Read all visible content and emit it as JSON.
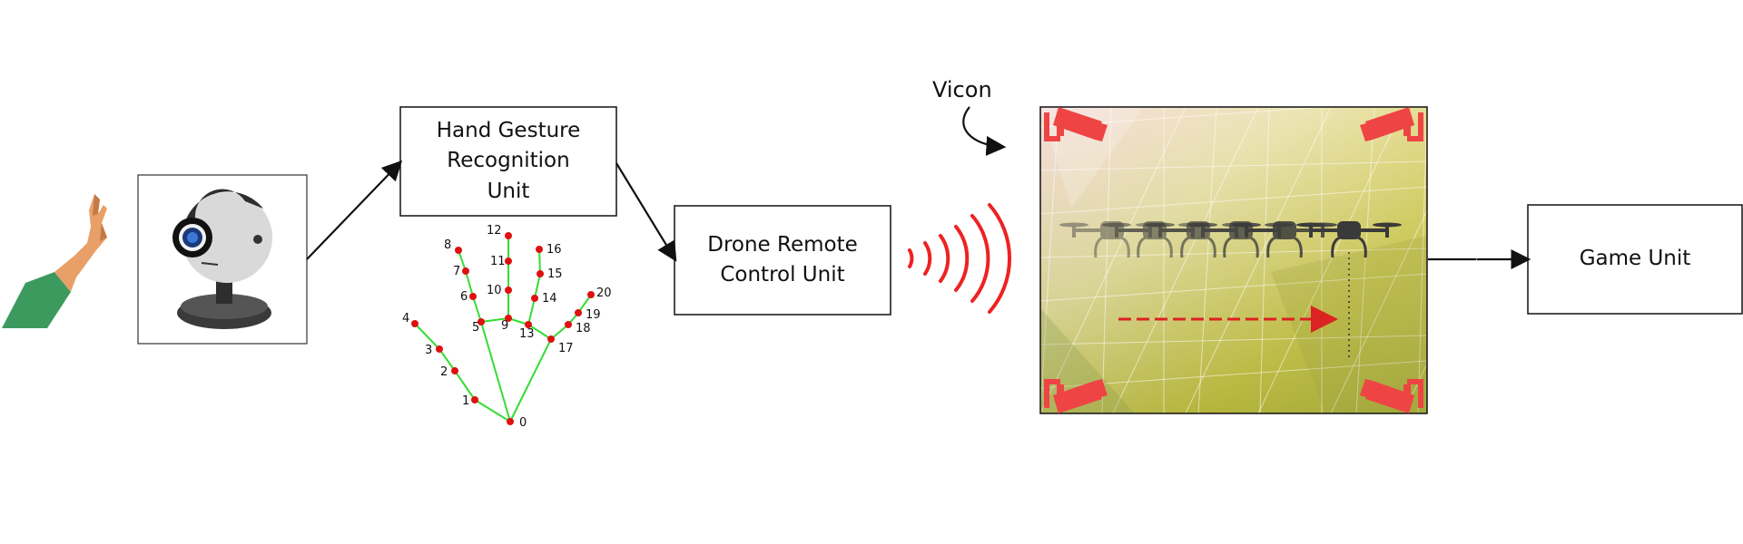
{
  "boxes": {
    "hgr": "Hand Gesture\nRecognition\n Unit",
    "drone_remote": "Drone Remote\nControl Unit",
    "game": "Game Unit"
  },
  "vicon_label": "Vicon",
  "icons": {
    "hand": "waving-hand-icon",
    "webcam": "webcam-icon",
    "wireless": "wireless-signal-icon",
    "camera": "security-camera-icon",
    "drone": "drone-icon"
  },
  "colors": {
    "line": "#111111",
    "hand_skeleton": "#33dd33",
    "keypoint": "#e01010",
    "signal": "#ee2222",
    "camera": "#ee4444",
    "drone": "#3a3a3a",
    "arena_floor": "#c8c030",
    "trajectory": "#dd2222"
  },
  "hand_landmarks": {
    "labels": [
      "0",
      "1",
      "2",
      "3",
      "4",
      "5",
      "6",
      "7",
      "8",
      "9",
      "10",
      "11",
      "12",
      "13",
      "14",
      "15",
      "16",
      "17",
      "18",
      "19",
      "20"
    ]
  }
}
